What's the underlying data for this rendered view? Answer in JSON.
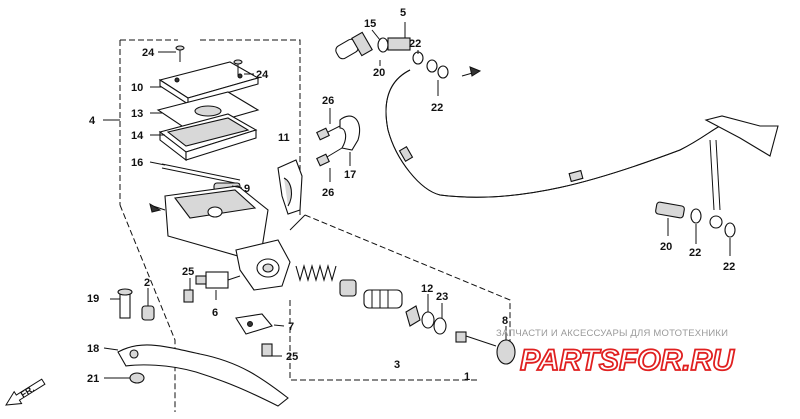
{
  "watermark": {
    "caption": "ЗАПЧАСТИ И АКСЕССУАРЫ ДЛЯ МОТОТЕХНИКИ",
    "logo": "PARTSFOR.RU"
  },
  "direction_marker": "FR.",
  "callouts": {
    "c1": "1",
    "c2": "2",
    "c3": "3",
    "c4": "4",
    "c5": "5",
    "c6": "6",
    "c7": "7",
    "c8": "8",
    "c9": "9",
    "c10": "10",
    "c11": "11",
    "c12": "12",
    "c13": "13",
    "c14": "14",
    "c15": "15",
    "c16": "16",
    "c17": "17",
    "c18": "18",
    "c19": "19",
    "c20a": "20",
    "c20b": "20",
    "c21": "21",
    "c22a": "22",
    "c22b": "22",
    "c22c": "22",
    "c22d": "22",
    "c23": "23",
    "c24a": "24",
    "c24b": "24",
    "c25a": "25",
    "c25b": "25",
    "c26a": "26",
    "c26b": "26"
  }
}
